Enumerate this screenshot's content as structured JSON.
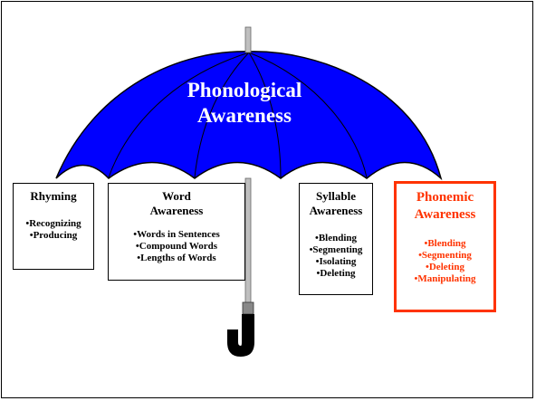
{
  "title": [
    "Phonological",
    "Awareness"
  ],
  "boxes": {
    "rhyming": {
      "heading": [
        "Rhyming"
      ],
      "items": [
        "•Recognizing",
        "•Producing"
      ]
    },
    "word": {
      "heading": [
        "Word",
        "Awareness"
      ],
      "items": [
        "•Words in Sentences",
        "•Compound Words",
        "•Lengths of Words"
      ]
    },
    "syllable": {
      "heading": [
        "Syllable",
        "Awareness"
      ],
      "items": [
        "•Blending",
        "•Segmenting",
        "•Isolating",
        "•Deleting"
      ]
    },
    "phonemic": {
      "heading": [
        "Phonemic",
        "Awareness"
      ],
      "items": [
        "•Blending",
        "•Segmenting",
        "•Deleting",
        "•Manipulating"
      ]
    }
  },
  "colors": {
    "canopy": "#0000ff",
    "highlight": "#ff3300",
    "handle": "#000000",
    "shaft": "#bfbfbf"
  }
}
